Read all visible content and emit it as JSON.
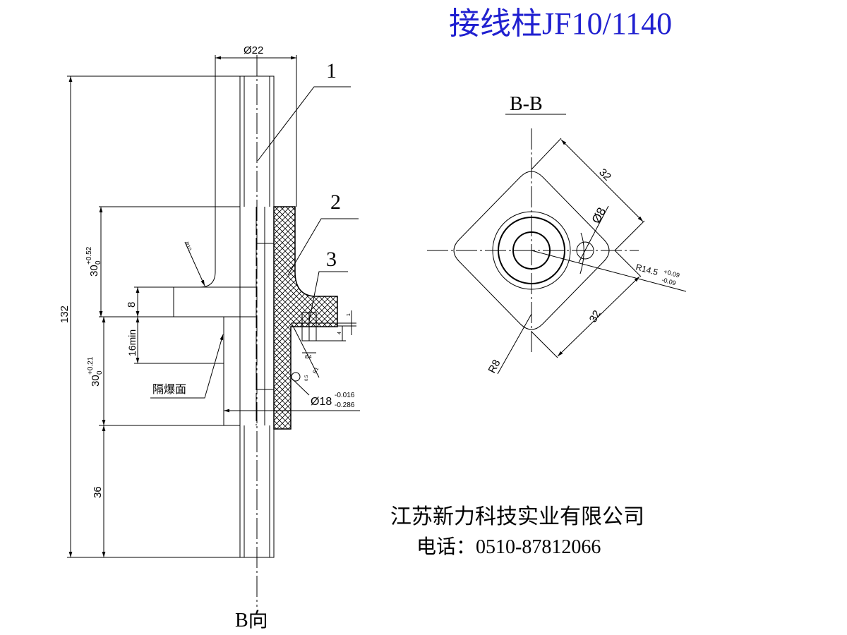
{
  "title": "接线柱JF10/1140",
  "title_color": "#2020d0",
  "company": "江苏新力科技实业有限公司",
  "phone": "电话：0510-87812066",
  "left_view": {
    "part_labels": [
      "1",
      "2",
      "3"
    ],
    "dims": {
      "dia22": "Ø22",
      "total": "132",
      "upper": "30",
      "upper_tol_plus": "+0.52",
      "upper_tol_minus": "0",
      "lower": "30",
      "lower_tol_plus": "+0.21",
      "lower_tol_minus": "0",
      "bottom": "36",
      "step": "8",
      "min_len": "16min",
      "fillet": "R10",
      "dia18": "Ø18",
      "dia18_tol_minus1": "-0.016",
      "dia18_tol_minus2": "-0.286",
      "dia4": "Ø4",
      "r1": "R1",
      "gap": "0.5",
      "one": "1",
      "four": "4"
    },
    "flameproof_surface": "隔爆面",
    "view_label": "B向"
  },
  "right_view": {
    "section_label": "B-B",
    "dims": {
      "side_top": "32",
      "side_bottom": "32",
      "hole": "Ø8",
      "radius": "R14.5",
      "radius_tol_plus": "+0.09",
      "radius_tol_minus": "-0.09",
      "corner": "R8"
    }
  }
}
